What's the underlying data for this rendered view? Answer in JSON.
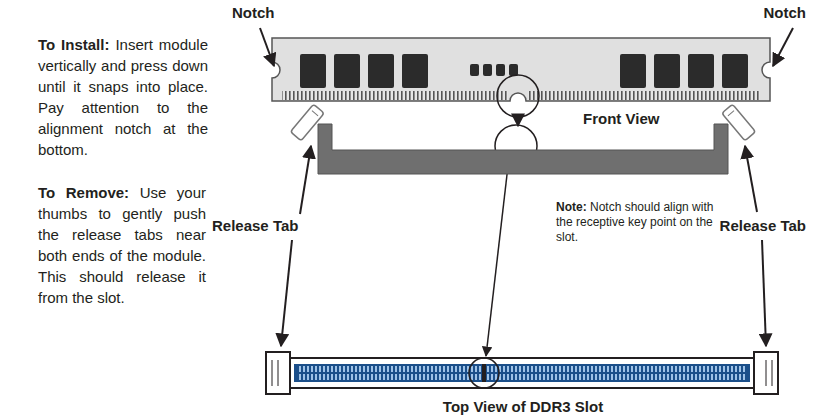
{
  "diagram": {
    "labels": [
      "Notch",
      "Notch",
      "To Install:",
      "Insert module vertically and press down until it snaps into place. Pay attention to the alignment notch at the bottom.",
      "Front View",
      "To Remove:",
      "Use your thumbs to gently push the release tabs near both ends of the module. This should release it from the slot.",
      "Note:",
      "Notch should align with the receptive key point on the slot.",
      "Release Tab",
      "Release Tab",
      "Top View of DDR3 Slot"
    ]
  }
}
